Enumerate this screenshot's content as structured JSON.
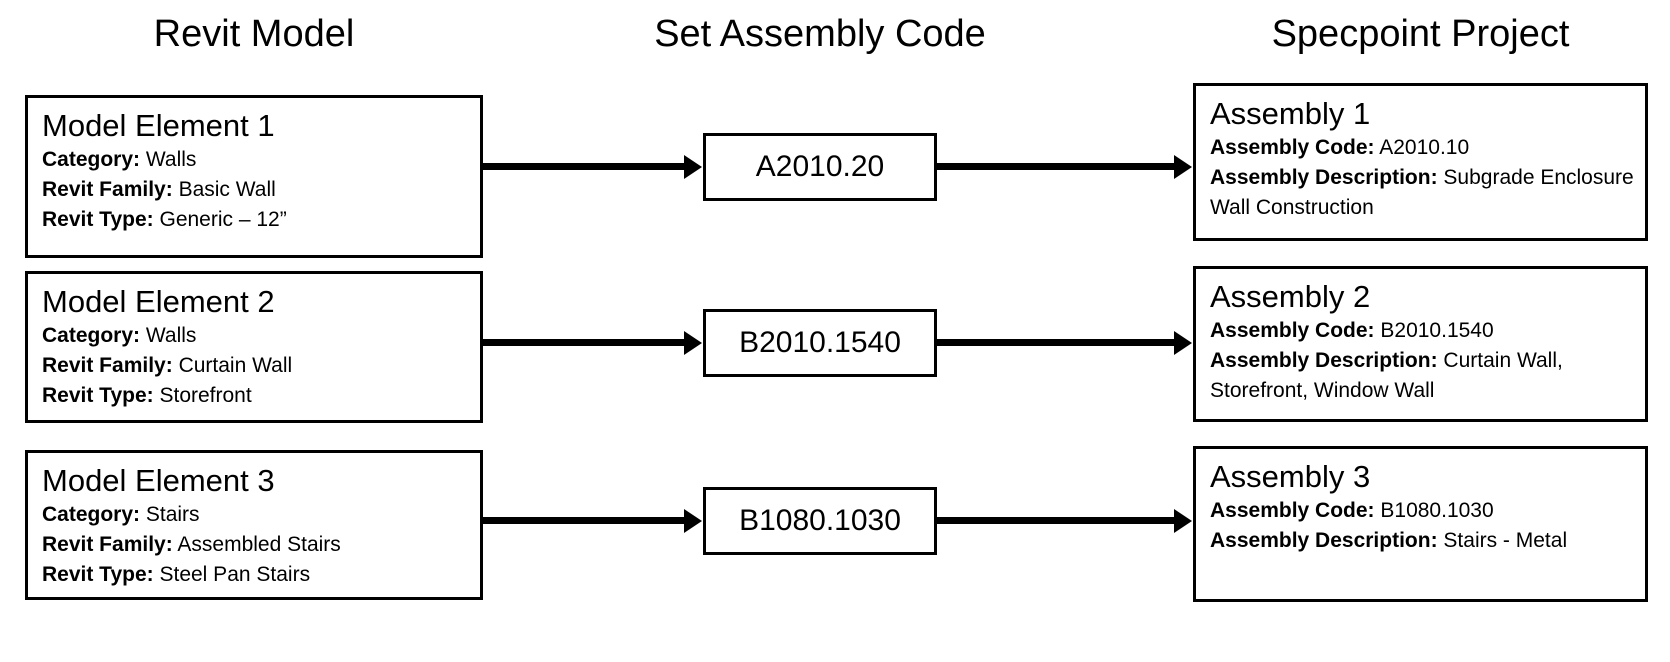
{
  "headers": {
    "left": "Revit Model",
    "middle": "Set Assembly Code",
    "right": "Specpoint Project"
  },
  "labels": {
    "category": "Category:",
    "revit_family": "Revit Family:",
    "revit_type": "Revit Type:",
    "assembly_code": "Assembly Code:",
    "assembly_description": "Assembly Description:"
  },
  "rows": [
    {
      "element": {
        "title": "Model Element 1",
        "category": "Walls",
        "revit_family": "Basic Wall",
        "revit_type": "Generic – 12”"
      },
      "code": "A2010.20",
      "assembly": {
        "title": "Assembly 1",
        "assembly_code": "A2010.10",
        "assembly_description": "Subgrade Enclosure Wall Construction"
      }
    },
    {
      "element": {
        "title": "Model Element 2",
        "category": "Walls",
        "revit_family": "Curtain Wall",
        "revit_type": "Storefront"
      },
      "code": "B2010.1540",
      "assembly": {
        "title": "Assembly 2",
        "assembly_code": "B2010.1540",
        "assembly_description": "Curtain Wall, Storefront, Window Wall"
      }
    },
    {
      "element": {
        "title": "Model Element 3",
        "category": "Stairs",
        "revit_family": "Assembled Stairs",
        "revit_type": "Steel Pan Stairs"
      },
      "code": "B1080.1030",
      "assembly": {
        "title": "Assembly 3",
        "assembly_code": "B1080.1030",
        "assembly_description": "Stairs - Metal"
      }
    }
  ],
  "colors": {
    "background": "#ffffff",
    "stroke": "#000000",
    "text": "#000000"
  }
}
